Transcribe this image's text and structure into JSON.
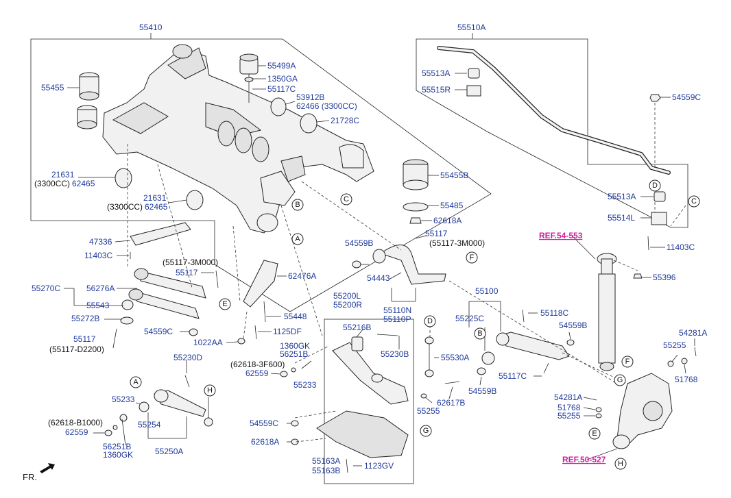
{
  "labels": {
    "p55410": "55410",
    "p55510A": "55510A",
    "p55455": "55455",
    "p55499A": "55499A",
    "p1350GA": "1350GA",
    "p55117C": "55117C",
    "p53912B": "53912B",
    "p62466": "62466 (3300CC)",
    "p21728C": "21728C",
    "p21631a": "21631",
    "p3300a": "(3300CC)",
    "p62465a": "62465",
    "p21631b": "21631",
    "p3300b": "(3300CC)",
    "p62465b": "62465",
    "p55455B": "55455B",
    "p55485": "55485",
    "p62618A": "62618A",
    "p55117r": "55117",
    "p55117_3M000r": "(55117-3M000)",
    "p47336": "47336",
    "p11403Cl": "11403C",
    "p55117_3M000l": "(55117-3M000)",
    "p55117l": "55117",
    "p62476A": "62476A",
    "p55270C": "55270C",
    "p56276A": "56276A",
    "p55543": "55543",
    "p55272B": "55272B",
    "p55448": "55448",
    "p54559Cl": "54559C",
    "p1125DF": "1125DF",
    "p1022AA": "1022AA",
    "p55117b": "55117",
    "p55117_D2200": "(55117-D2200)",
    "p54559Bt": "54559B",
    "p54443": "54443",
    "p55110N": "55110N",
    "p55110P": "55110P",
    "p55200L": "55200L",
    "p55200R": "55200R",
    "p55216B": "55216B",
    "p55230B": "55230B",
    "p1360GKc": "1360GK",
    "p56251Bc": "56251B",
    "p62618_3F600": "(62618-3F600)",
    "p62559c": "62559",
    "p55233c": "55233",
    "p55230D": "55230D",
    "p55233l": "55233",
    "p62618_B1000": "(62618-B1000)",
    "p62559l": "62559",
    "p55254": "55254",
    "p56251Bl": "56251B",
    "p1360GKl": "1360GK",
    "p55250A": "55250A",
    "p54559Cb": "54559C",
    "p62618Ab": "62618A",
    "p55163A": "55163A",
    "p55163B": "55163B",
    "p1123GV": "1123GV",
    "p55530A": "55530A",
    "p62617B": "62617B",
    "p55255c": "55255",
    "p55100": "55100",
    "p55225C": "55225C",
    "p55118C": "55118C",
    "p54559Br": "54559B",
    "p55117C2": "55117C",
    "p54559Bb": "54559B",
    "p55513A": "55513A",
    "p55515R": "55515R",
    "p54559Cr": "54559C",
    "p55513Ar": "55513A",
    "p55514L": "55514L",
    "p11403Cr": "11403C",
    "p55396": "55396",
    "p54281Ar": "54281A",
    "p55255r": "55255",
    "p51768r": "51768",
    "p54281Ab": "54281A",
    "p51768b": "51768",
    "p55255b": "55255",
    "ref54553": "REF.54-553",
    "ref50527": "REF.50-527",
    "fr": "FR."
  },
  "callouts": [
    "A",
    "B",
    "C",
    "D",
    "E",
    "F",
    "G",
    "H"
  ]
}
